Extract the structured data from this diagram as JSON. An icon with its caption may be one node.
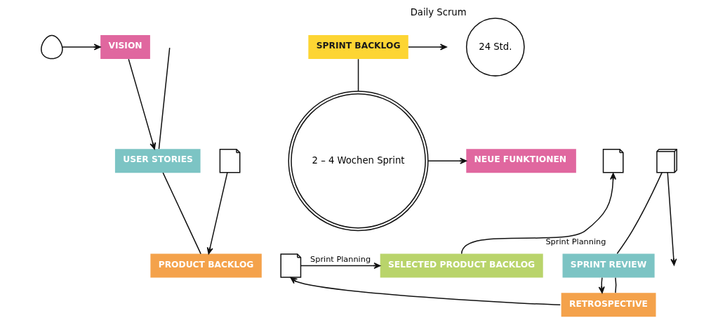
{
  "diagram": {
    "nodes": [
      {
        "text": [],
        "shape": "picture"
      },
      {
        "text": [
          "VISION"
        ]
      },
      {
        "text": [
          "USER STORIES"
        ]
      },
      {
        "text": [],
        "shape": "picture"
      },
      {
        "text": [
          "PRODUCT BACKLOG"
        ]
      },
      {
        "text": [],
        "shape": "picture"
      },
      {
        "text": [
          "SELECTED PRODUCT BACKLOG"
        ]
      },
      {
        "text": [],
        "shape": "picture"
      },
      {
        "text": [
          "SPRINT BACKLOG"
        ]
      },
      {
        "text": [
          "2 – 4 Wochen Sprint"
        ]
      },
      {
        "text": [
          "24 Std."
        ],
        "beside": [
          "Daily Scrum"
        ]
      },
      {
        "text": [
          "NEUE FUNKTIONEN"
        ]
      },
      {
        "text": [],
        "shape": "picture"
      },
      {
        "text": [
          "SPRINT REVIEW"
        ]
      },
      {
        "text": [
          "RETROSPECTIVE"
        ]
      }
    ],
    "edges": [
      {
        "from": 0,
        "to": 1,
        "arrow": "to"
      },
      {
        "from": 1,
        "to": 2,
        "arrow": "to"
      },
      {
        "from": null,
        "to": 2,
        "arrow": "none"
      },
      {
        "from": 2,
        "to": 4,
        "arrow": "none"
      },
      {
        "from": 3,
        "to": 4,
        "arrow": "to"
      },
      {
        "from": 5,
        "to": 6,
        "arrow": "to",
        "label": "Sprint Planning"
      },
      {
        "from": 6,
        "to": 7,
        "arrow": "to",
        "label": "Sprint Planning"
      },
      {
        "from": 8,
        "to": null,
        "arrow": "to"
      },
      {
        "from": 8,
        "to": 9,
        "arrow": "none"
      },
      {
        "from": 9,
        "to": 11,
        "arrow": "to"
      },
      {
        "from": 12,
        "to": 13,
        "arrow": "none"
      },
      {
        "from": 12,
        "to": null,
        "arrow": "to"
      },
      {
        "from": 13,
        "to": 14,
        "arrow": "to"
      },
      {
        "from": 13,
        "to": 14,
        "arrow": "none"
      },
      {
        "from": 14,
        "to": 5,
        "arrow": "to"
      }
    ]
  }
}
